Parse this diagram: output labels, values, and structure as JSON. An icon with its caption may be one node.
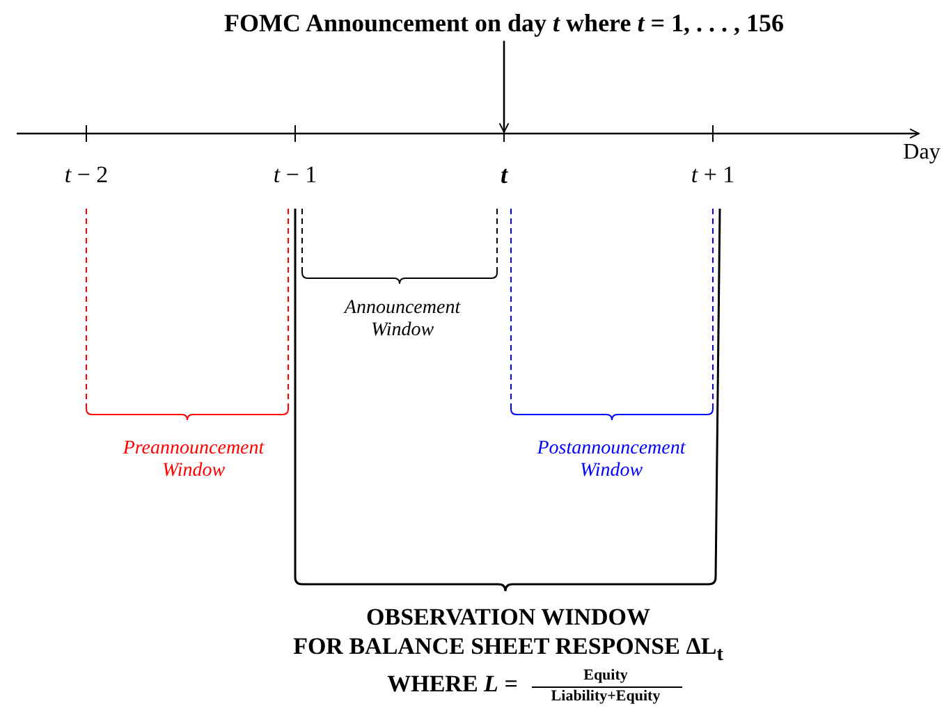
{
  "diagram": {
    "nodes": [
      {
        "text": [
          "FOMC Announcement on day *t* where *t* = 1, . . . , 156"
        ]
      },
      {
        "text": [],
        "shape": "line"
      }
    ],
    "edges": [
      {
        "from": 0,
        "to": 1,
        "arrow": "to"
      }
    ],
    "labels": [
      "*t* − 2",
      "*t* − 1",
      "t",
      "*t* + 1",
      "Day",
      "Announcement Window",
      "Preannouncement Window",
      "Postannouncement Window",
      "OBSERVATION WINDOW",
      "FOR BALANCE SHEET RESPONSE ΔL$_{t}$",
      "WHERE *L* =",
      "Equity",
      "Liability+Equity"
    ]
  }
}
